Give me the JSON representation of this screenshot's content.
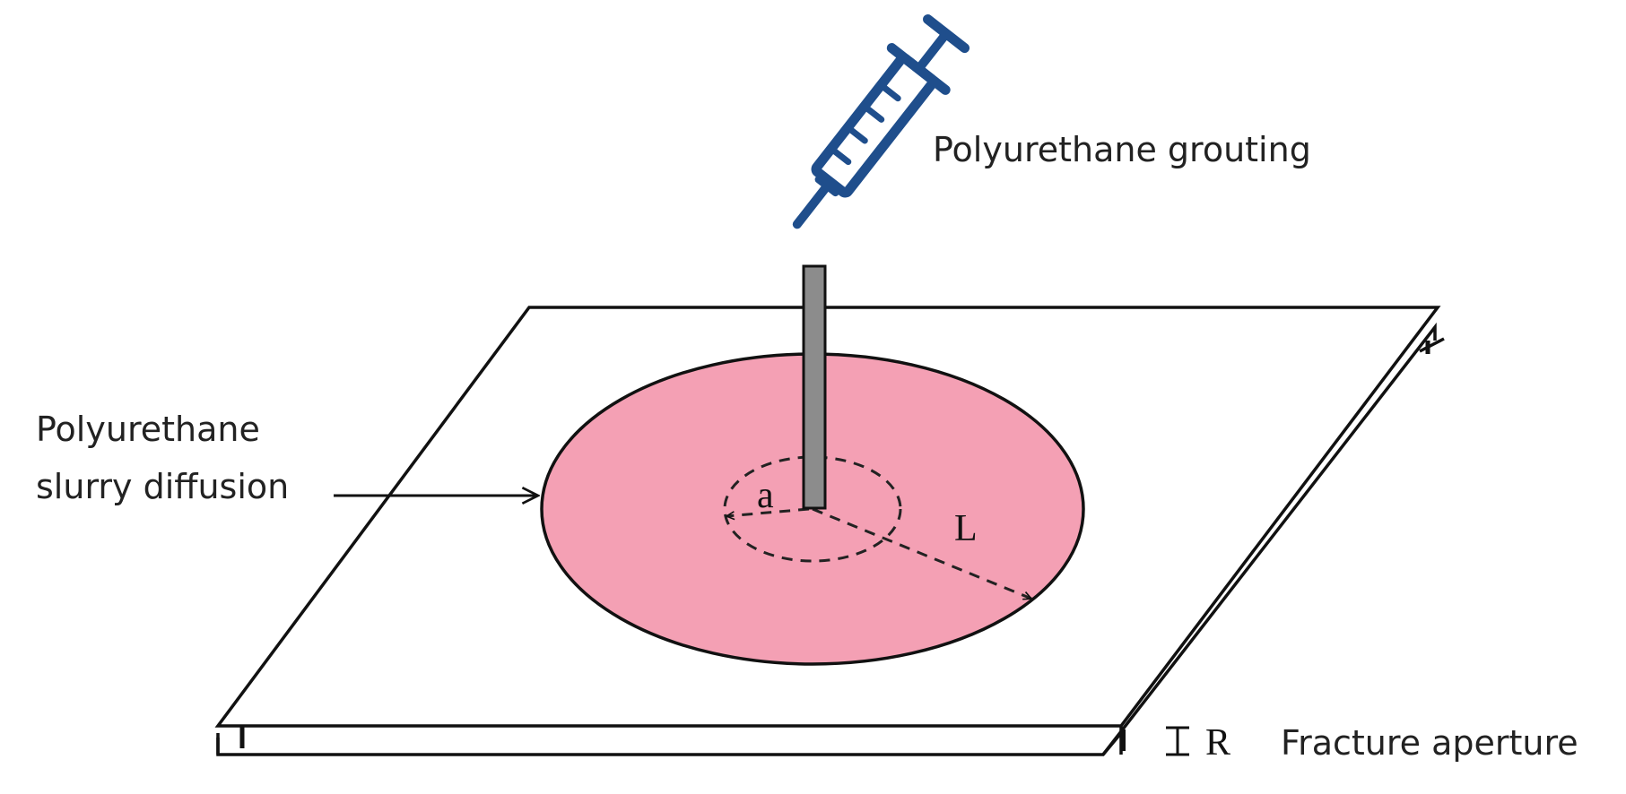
{
  "labels": {
    "grouting": "Polyurethane grouting",
    "diffusion_line1": "Polyurethane",
    "diffusion_line2": "slurry diffusion",
    "radius_a": "a",
    "radius_L": "L",
    "aperture_symbol": "R",
    "aperture": "Fracture aperture"
  },
  "colors": {
    "slurry_fill": "#f4a0b4",
    "pipe_fill": "#8c8c8c",
    "syringe": "#1f4e8c",
    "outline": "#111111"
  },
  "icons": {
    "injector": "syringe-icon"
  }
}
